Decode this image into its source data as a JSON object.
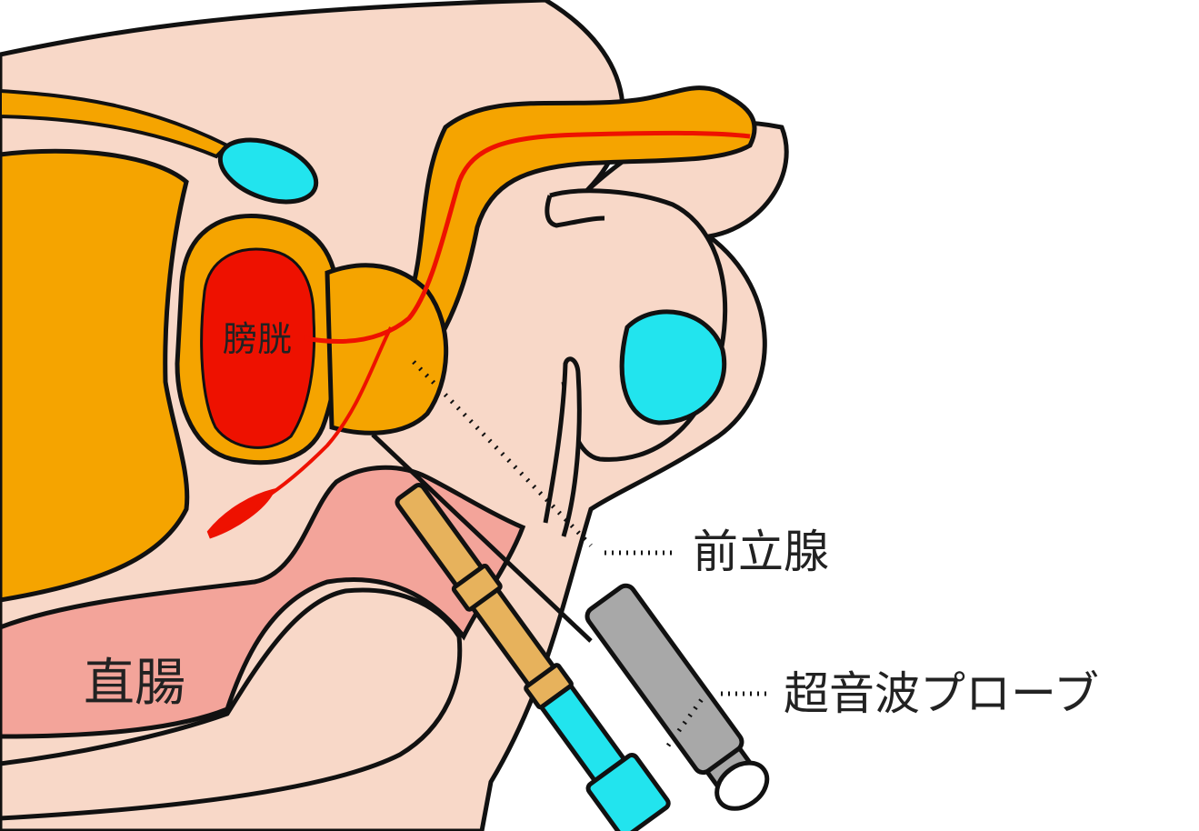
{
  "labels": {
    "bladder": "膀胱",
    "rectum": "直腸",
    "prostate": "前立腺",
    "ultrasound_probe": "超音波プローブ"
  },
  "colors": {
    "skin": "#F8D8C8",
    "body_orange": "#F5A400",
    "bladder_red": "#EE1100",
    "cyan": "#22E4EE",
    "rectum_pink": "#F3A49A",
    "probe_gray": "#A8A8A8",
    "outline": "#111111"
  }
}
